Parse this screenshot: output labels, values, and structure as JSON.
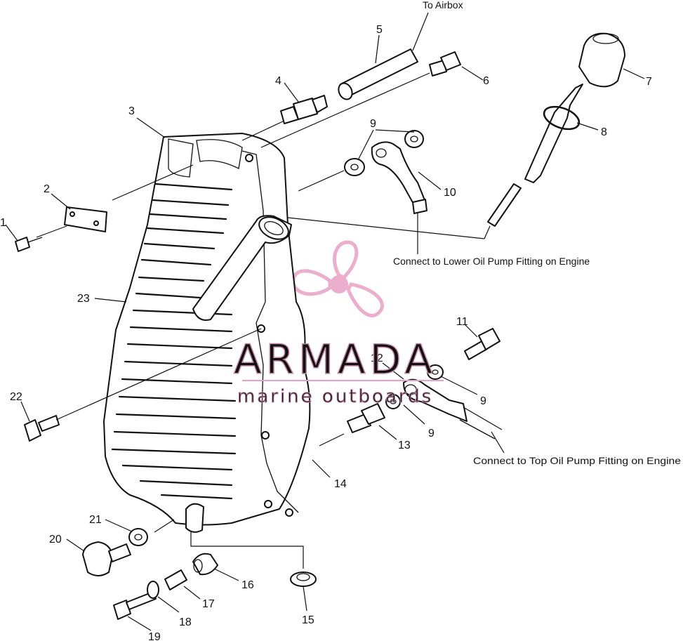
{
  "callouts": [
    {
      "id": "1",
      "text": "1"
    },
    {
      "id": "2",
      "text": "2"
    },
    {
      "id": "3",
      "text": "3"
    },
    {
      "id": "4",
      "text": "4"
    },
    {
      "id": "5",
      "text": "5"
    },
    {
      "id": "6",
      "text": "6"
    },
    {
      "id": "7",
      "text": "7"
    },
    {
      "id": "8",
      "text": "8"
    },
    {
      "id": "9a",
      "text": "9"
    },
    {
      "id": "9b",
      "text": "9"
    },
    {
      "id": "9c",
      "text": "9"
    },
    {
      "id": "10",
      "text": "10"
    },
    {
      "id": "11",
      "text": "11"
    },
    {
      "id": "12",
      "text": "12"
    },
    {
      "id": "13",
      "text": "13"
    },
    {
      "id": "14",
      "text": "14"
    },
    {
      "id": "15",
      "text": "15"
    },
    {
      "id": "16",
      "text": "16"
    },
    {
      "id": "17",
      "text": "17"
    },
    {
      "id": "18",
      "text": "18"
    },
    {
      "id": "19",
      "text": "19"
    },
    {
      "id": "20",
      "text": "20"
    },
    {
      "id": "21",
      "text": "21"
    },
    {
      "id": "22",
      "text": "22"
    },
    {
      "id": "23",
      "text": "23"
    }
  ],
  "notes": {
    "to_airbox": "To Airbox",
    "lower_pump": "Connect to Lower Oil Pump Fitting on Engine",
    "top_pump": "Connect to Top  Oil Pump Fitting on Engine"
  },
  "watermark": {
    "brand": "ARMADA",
    "tagline": "marine outboards",
    "color": "#e8a0c4"
  }
}
